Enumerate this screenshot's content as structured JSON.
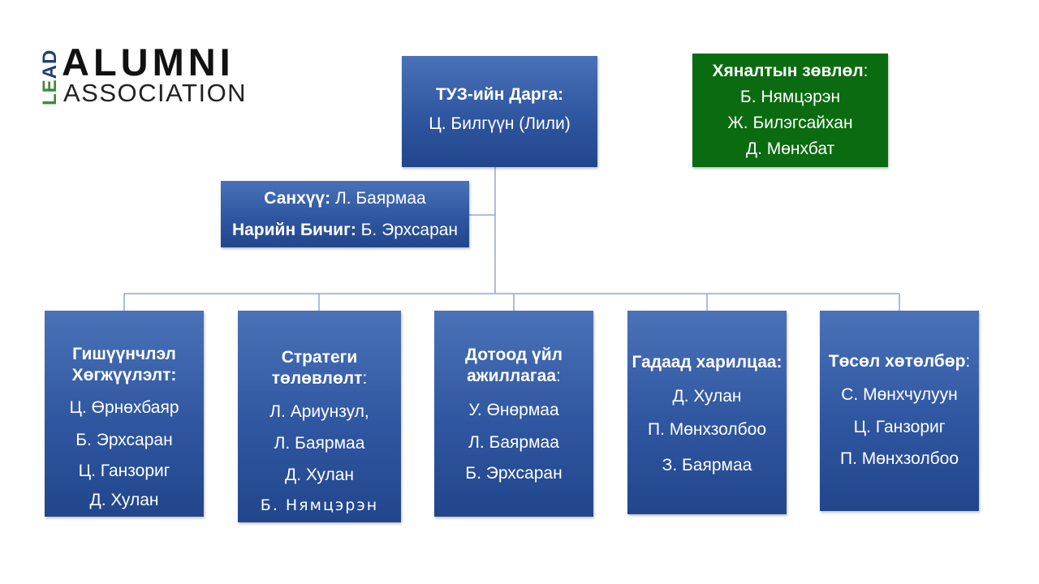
{
  "logo": {
    "lead": "LEAD",
    "alumni": "ALUMNI",
    "association": "ASSOCIATION"
  },
  "chair": {
    "title": "ТУЗ-ийн Дарга:",
    "name": "Ц. Билгүүн (Лили)"
  },
  "board": {
    "title": "Хяналтын зөвлөл",
    "colon": ":",
    "members": [
      "Б. Нямцэрэн",
      "Ж. Билэгсайхан",
      "Д. Мөнхбат"
    ]
  },
  "staff": {
    "treasurer_label": "Санхүү:",
    "treasurer_name": " Л. Баярмаа",
    "secretary_label": "Нарийн Бичиг:",
    "secretary_name": " Б. Эрхсаран"
  },
  "departments": [
    {
      "title": "Гишүүнчлэл Хөгжүүлэлт:",
      "colon": "",
      "members": [
        "Ц. Өрнөхбаяр",
        "Б. Эрхсаран",
        "Ц. Ганзориг",
        "Д. Хулан"
      ]
    },
    {
      "title": "Стратеги төлөвлөлт",
      "colon": ":",
      "members": [
        "Л. Ариунзул,",
        "Л. Баярмаа",
        "Д. Хулан",
        "Б. Нямцэрэн"
      ]
    },
    {
      "title": "Дотоод үйл ажиллагаа",
      "colon": ":",
      "members": [
        "У. Өнөрмаа",
        "Л. Баярмаа",
        "Б. Эрхсаран"
      ]
    },
    {
      "title": "Гадаад харилцаа:",
      "colon": "",
      "members": [
        "Д. Хулан",
        "П. Мөнхзолбоо",
        "З. Баярмаа"
      ]
    },
    {
      "title": "Төсөл хөтөлбөр",
      "colon": ":",
      "members": [
        "С. Мөнхчулуун",
        "Ц. Ганзориг",
        "П. Мөнхзолбоо"
      ]
    }
  ],
  "colors": {
    "box_blue": "#2f56a0",
    "board_green": "#0b6b10",
    "connector": "#8fa9cf"
  }
}
